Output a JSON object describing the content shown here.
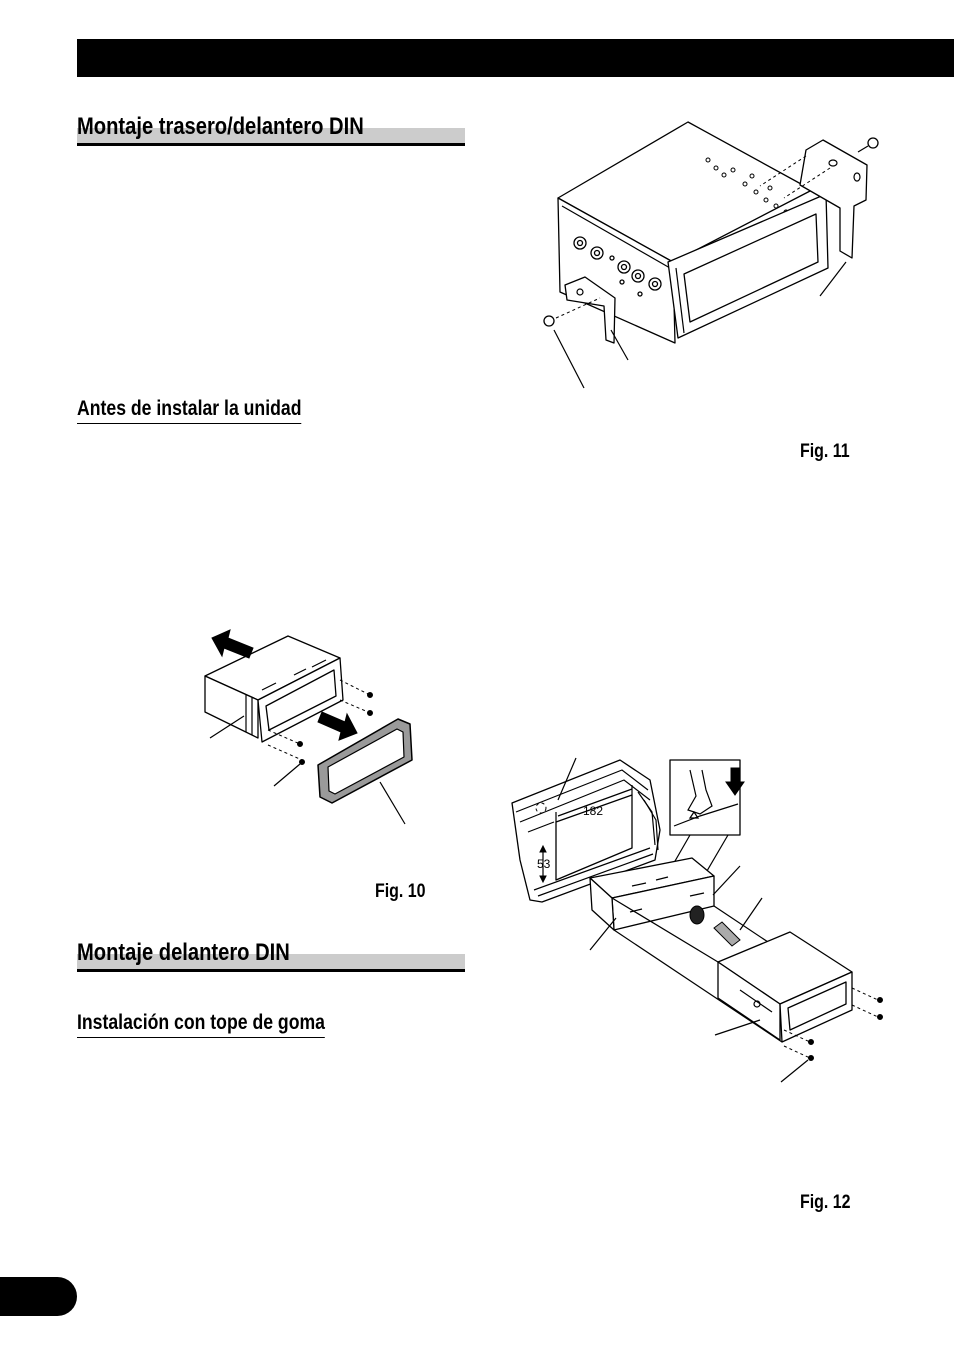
{
  "sections": {
    "rear_front_din": {
      "title": "Montaje trasero/delantero DIN"
    },
    "before_install": {
      "title": "Antes de instalar la unidad"
    },
    "front_din": {
      "title": "Montaje delantero DIN"
    },
    "rubber_bush": {
      "title": "Instalación con tope de goma"
    }
  },
  "figures": {
    "fig10": {
      "caption": "Fig. 10"
    },
    "fig11": {
      "caption": "Fig. 11"
    },
    "fig12": {
      "caption": "Fig. 12",
      "opening_width": "182",
      "opening_height": "53"
    }
  },
  "colors": {
    "header_bar": "#000000",
    "heading_band": "#cccccc"
  }
}
